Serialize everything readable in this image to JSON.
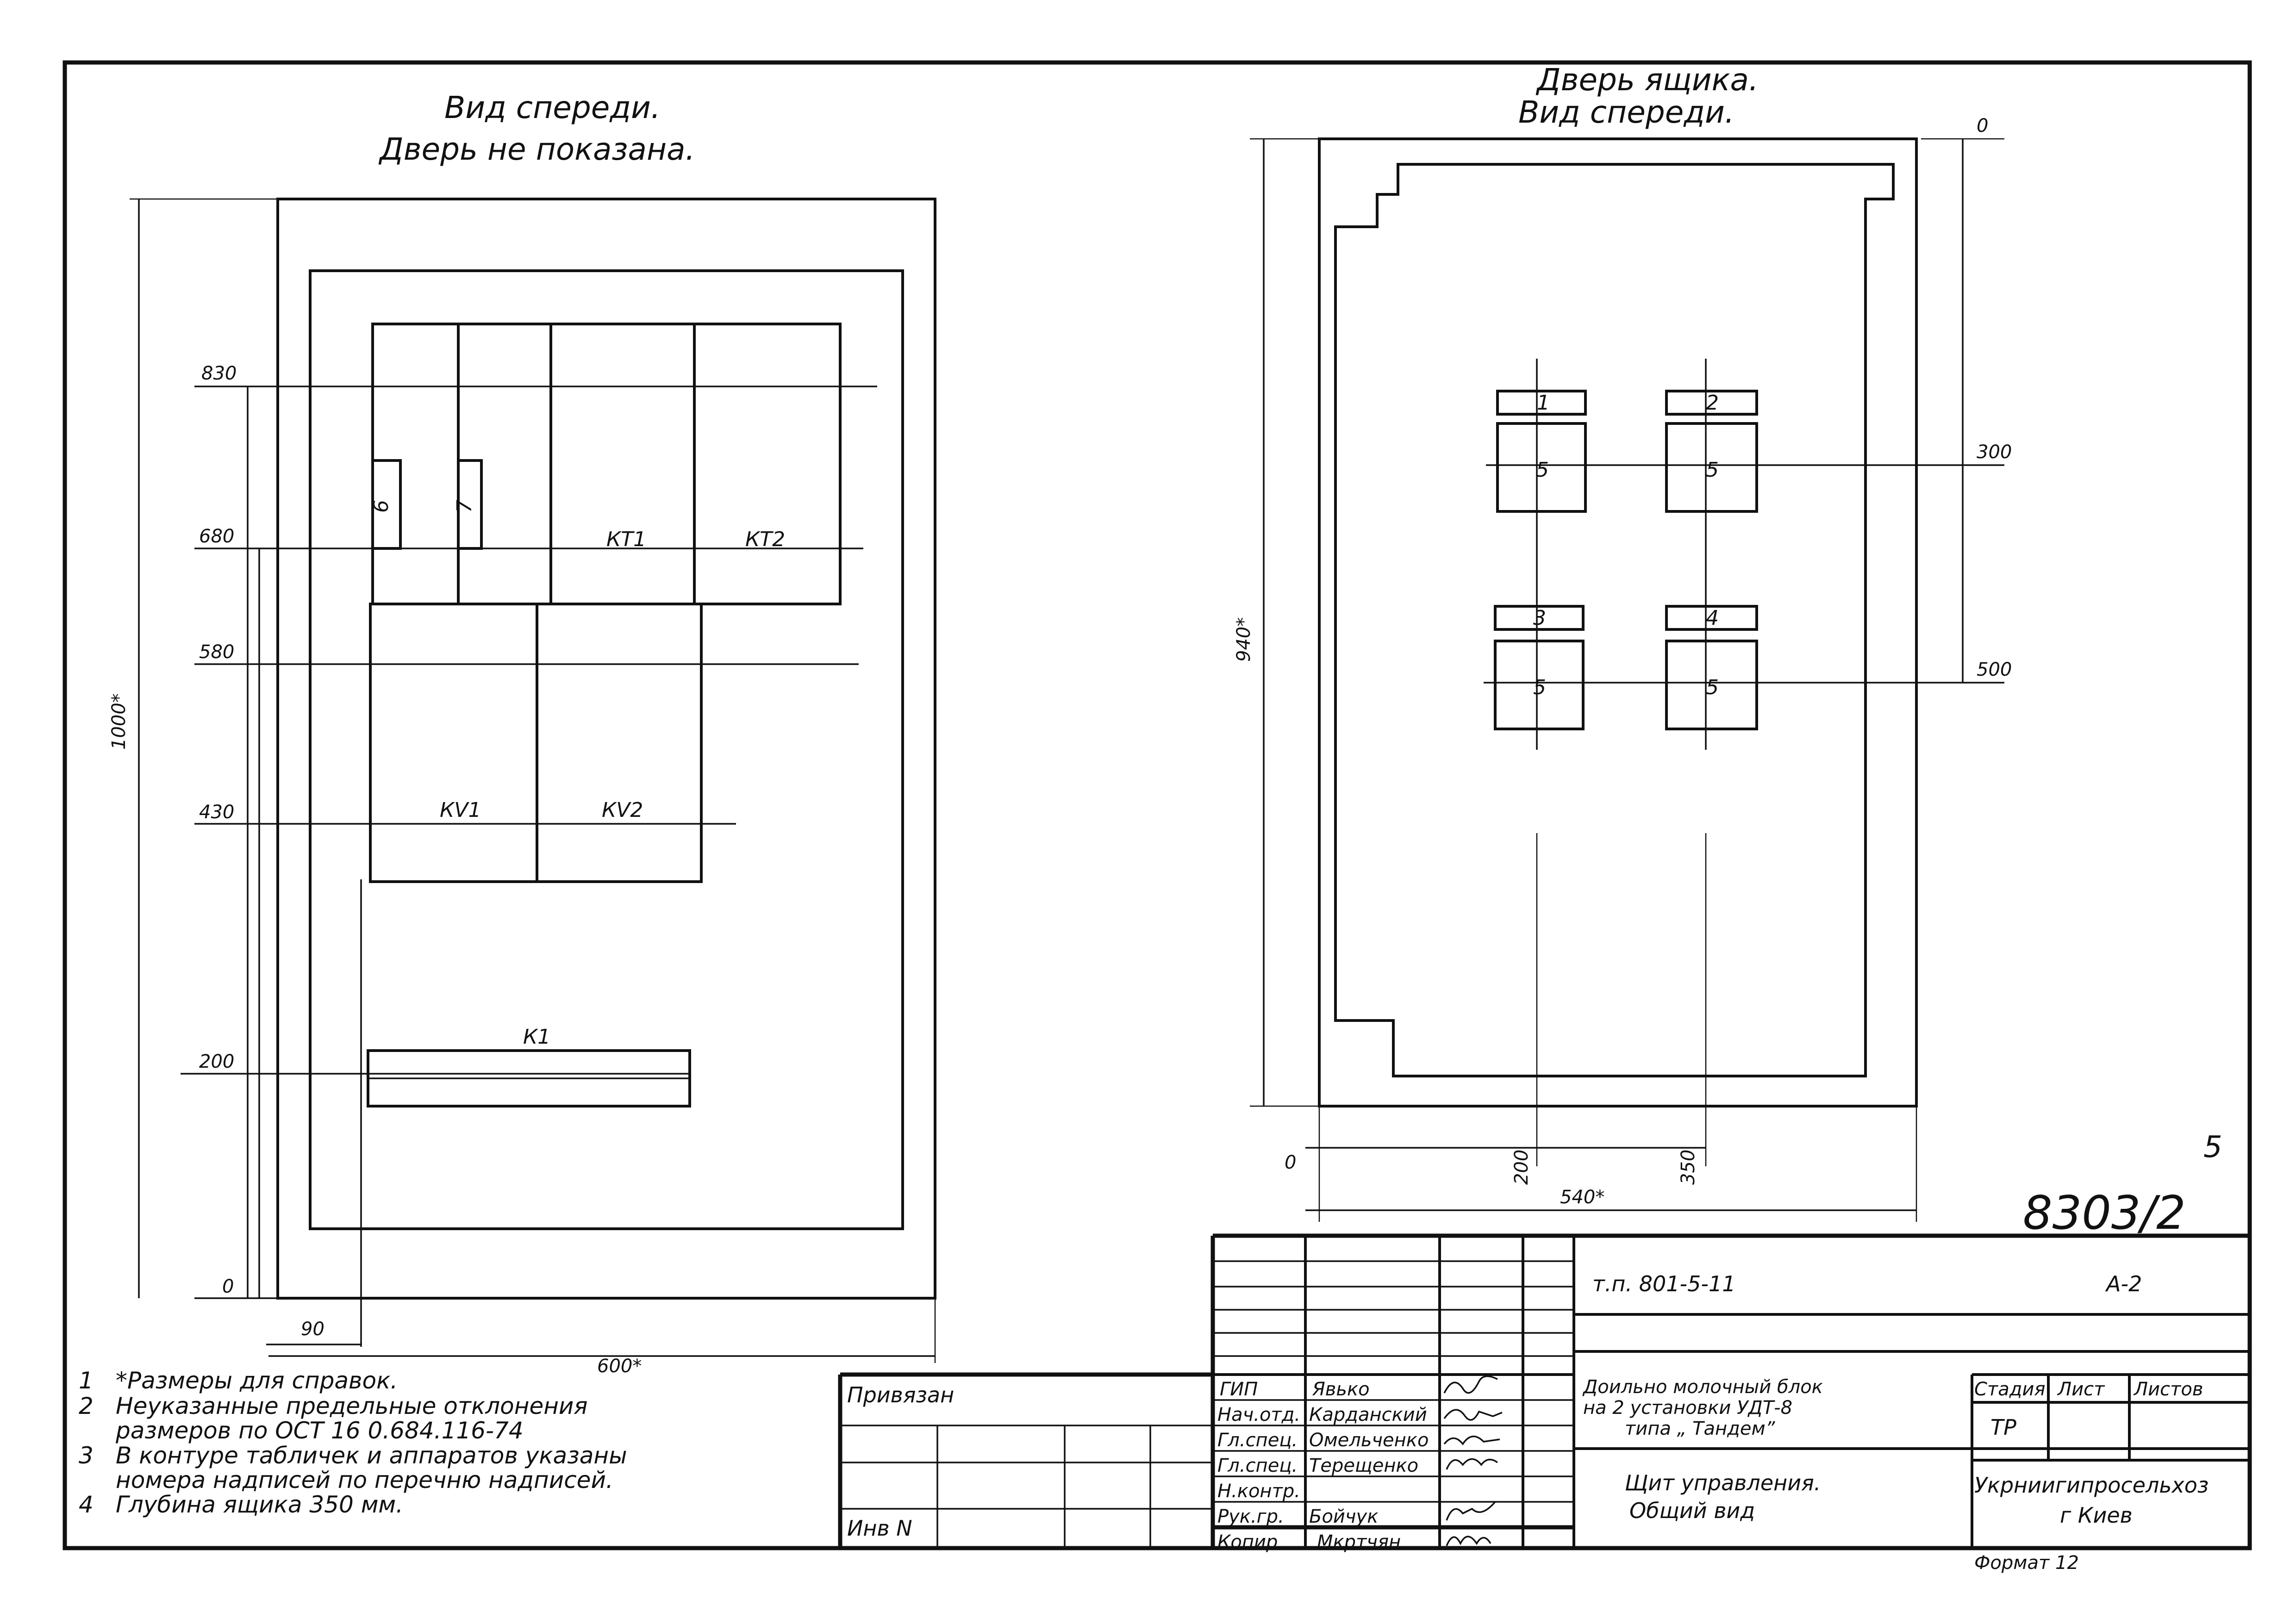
{
  "front_view": {
    "title_line1": "Вид спереди.",
    "title_line2": "Дверь не показана.",
    "dim_height": "1000*",
    "dim_width": "600*",
    "dim_offset": "90",
    "levels": [
      "830",
      "680",
      "580",
      "430",
      "200",
      "0"
    ],
    "devices": {
      "kt1": "КТ1",
      "kt2": "КТ2",
      "kv1": "КV1",
      "kv2": "КV2",
      "k1": "К1",
      "n6": "6",
      "n7": "7"
    }
  },
  "door_view": {
    "title_line1": "Дверь ящика.",
    "title_line2": "Вид спереди.",
    "dim_height": "940*",
    "dim_width": "540*",
    "dim_300": "300",
    "dim_500": "500",
    "dim_200": "200",
    "dim_350": "350",
    "zero_top": "0",
    "zero_left": "0",
    "plates": [
      "1",
      "2",
      "3",
      "4"
    ],
    "device_label": "5"
  },
  "notes": [
    {
      "num": "1",
      "text": "*Размеры для справок."
    },
    {
      "num": "2",
      "text": "Неуказанные предельные отклонения"
    },
    {
      "num": "",
      "text": "размеров по ОСТ 16 0.684.116-74"
    },
    {
      "num": "3",
      "text": "В контуре табличек и аппаратов указаны"
    },
    {
      "num": "",
      "text": "номера надписей по перечню надписей."
    },
    {
      "num": "4",
      "text": "Глубина ящика 350 мм."
    }
  ],
  "sheet_number": "5",
  "drawing_number": "8303/2",
  "title_block": {
    "designation": "т.п. 801-5-11",
    "sheet_code": "А-2",
    "org_line1": "Доильно молочный блок",
    "org_line2": "на 2 установки УДТ-8",
    "org_line3": "типа „ Тандем”",
    "doc_title": "Щит управления.",
    "doc_subtitle": "Общий вид",
    "stage_label": "Стадия",
    "sheet_label": "Лист",
    "sheets_label": "Листов",
    "stage_value": "ТР",
    "company_line1": "Укрниигипросельхоз",
    "company_line2": "г Киев",
    "format": "Формат 12",
    "privyazan": "Привязан",
    "inv": "Инв N",
    "roles": [
      "ГИП",
      "Нач.отд.",
      "Гл.спец.",
      "Гл.спец.",
      "Н.контр.",
      "Рук.гр.",
      "Копир"
    ],
    "names": [
      "Явько",
      "Карданский",
      "Омельченко",
      "Терещенко",
      "",
      "Бойчук",
      "Мкртчян"
    ]
  }
}
